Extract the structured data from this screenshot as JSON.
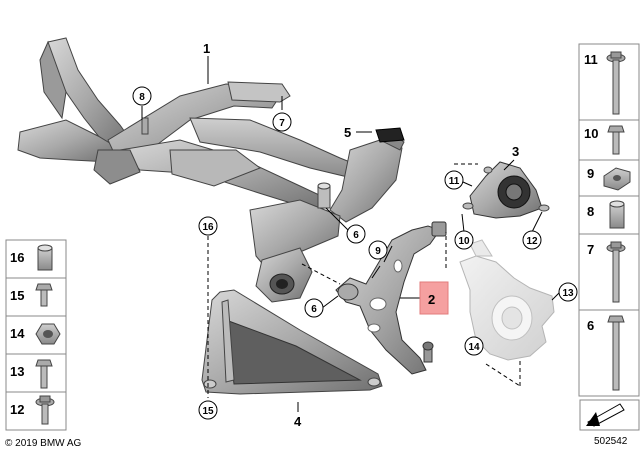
{
  "diagram": {
    "copyright": "© 2019 BMW AG",
    "document_id": "502542",
    "highlighted_part": "2",
    "callouts": {
      "c1": "1",
      "c2": "2",
      "c3": "3",
      "c4": "4",
      "c5": "5",
      "c6a": "6",
      "c6b": "6",
      "c7": "7",
      "c8": "8",
      "c9": "9",
      "c10": "10",
      "c11": "11",
      "c12": "12",
      "c13": "13",
      "c14": "14",
      "c15": "15",
      "c16": "16"
    },
    "left_legend": [
      "16",
      "15",
      "14",
      "13",
      "12"
    ],
    "right_legend": [
      "11",
      "10",
      "9",
      "8",
      "7",
      "6"
    ]
  }
}
